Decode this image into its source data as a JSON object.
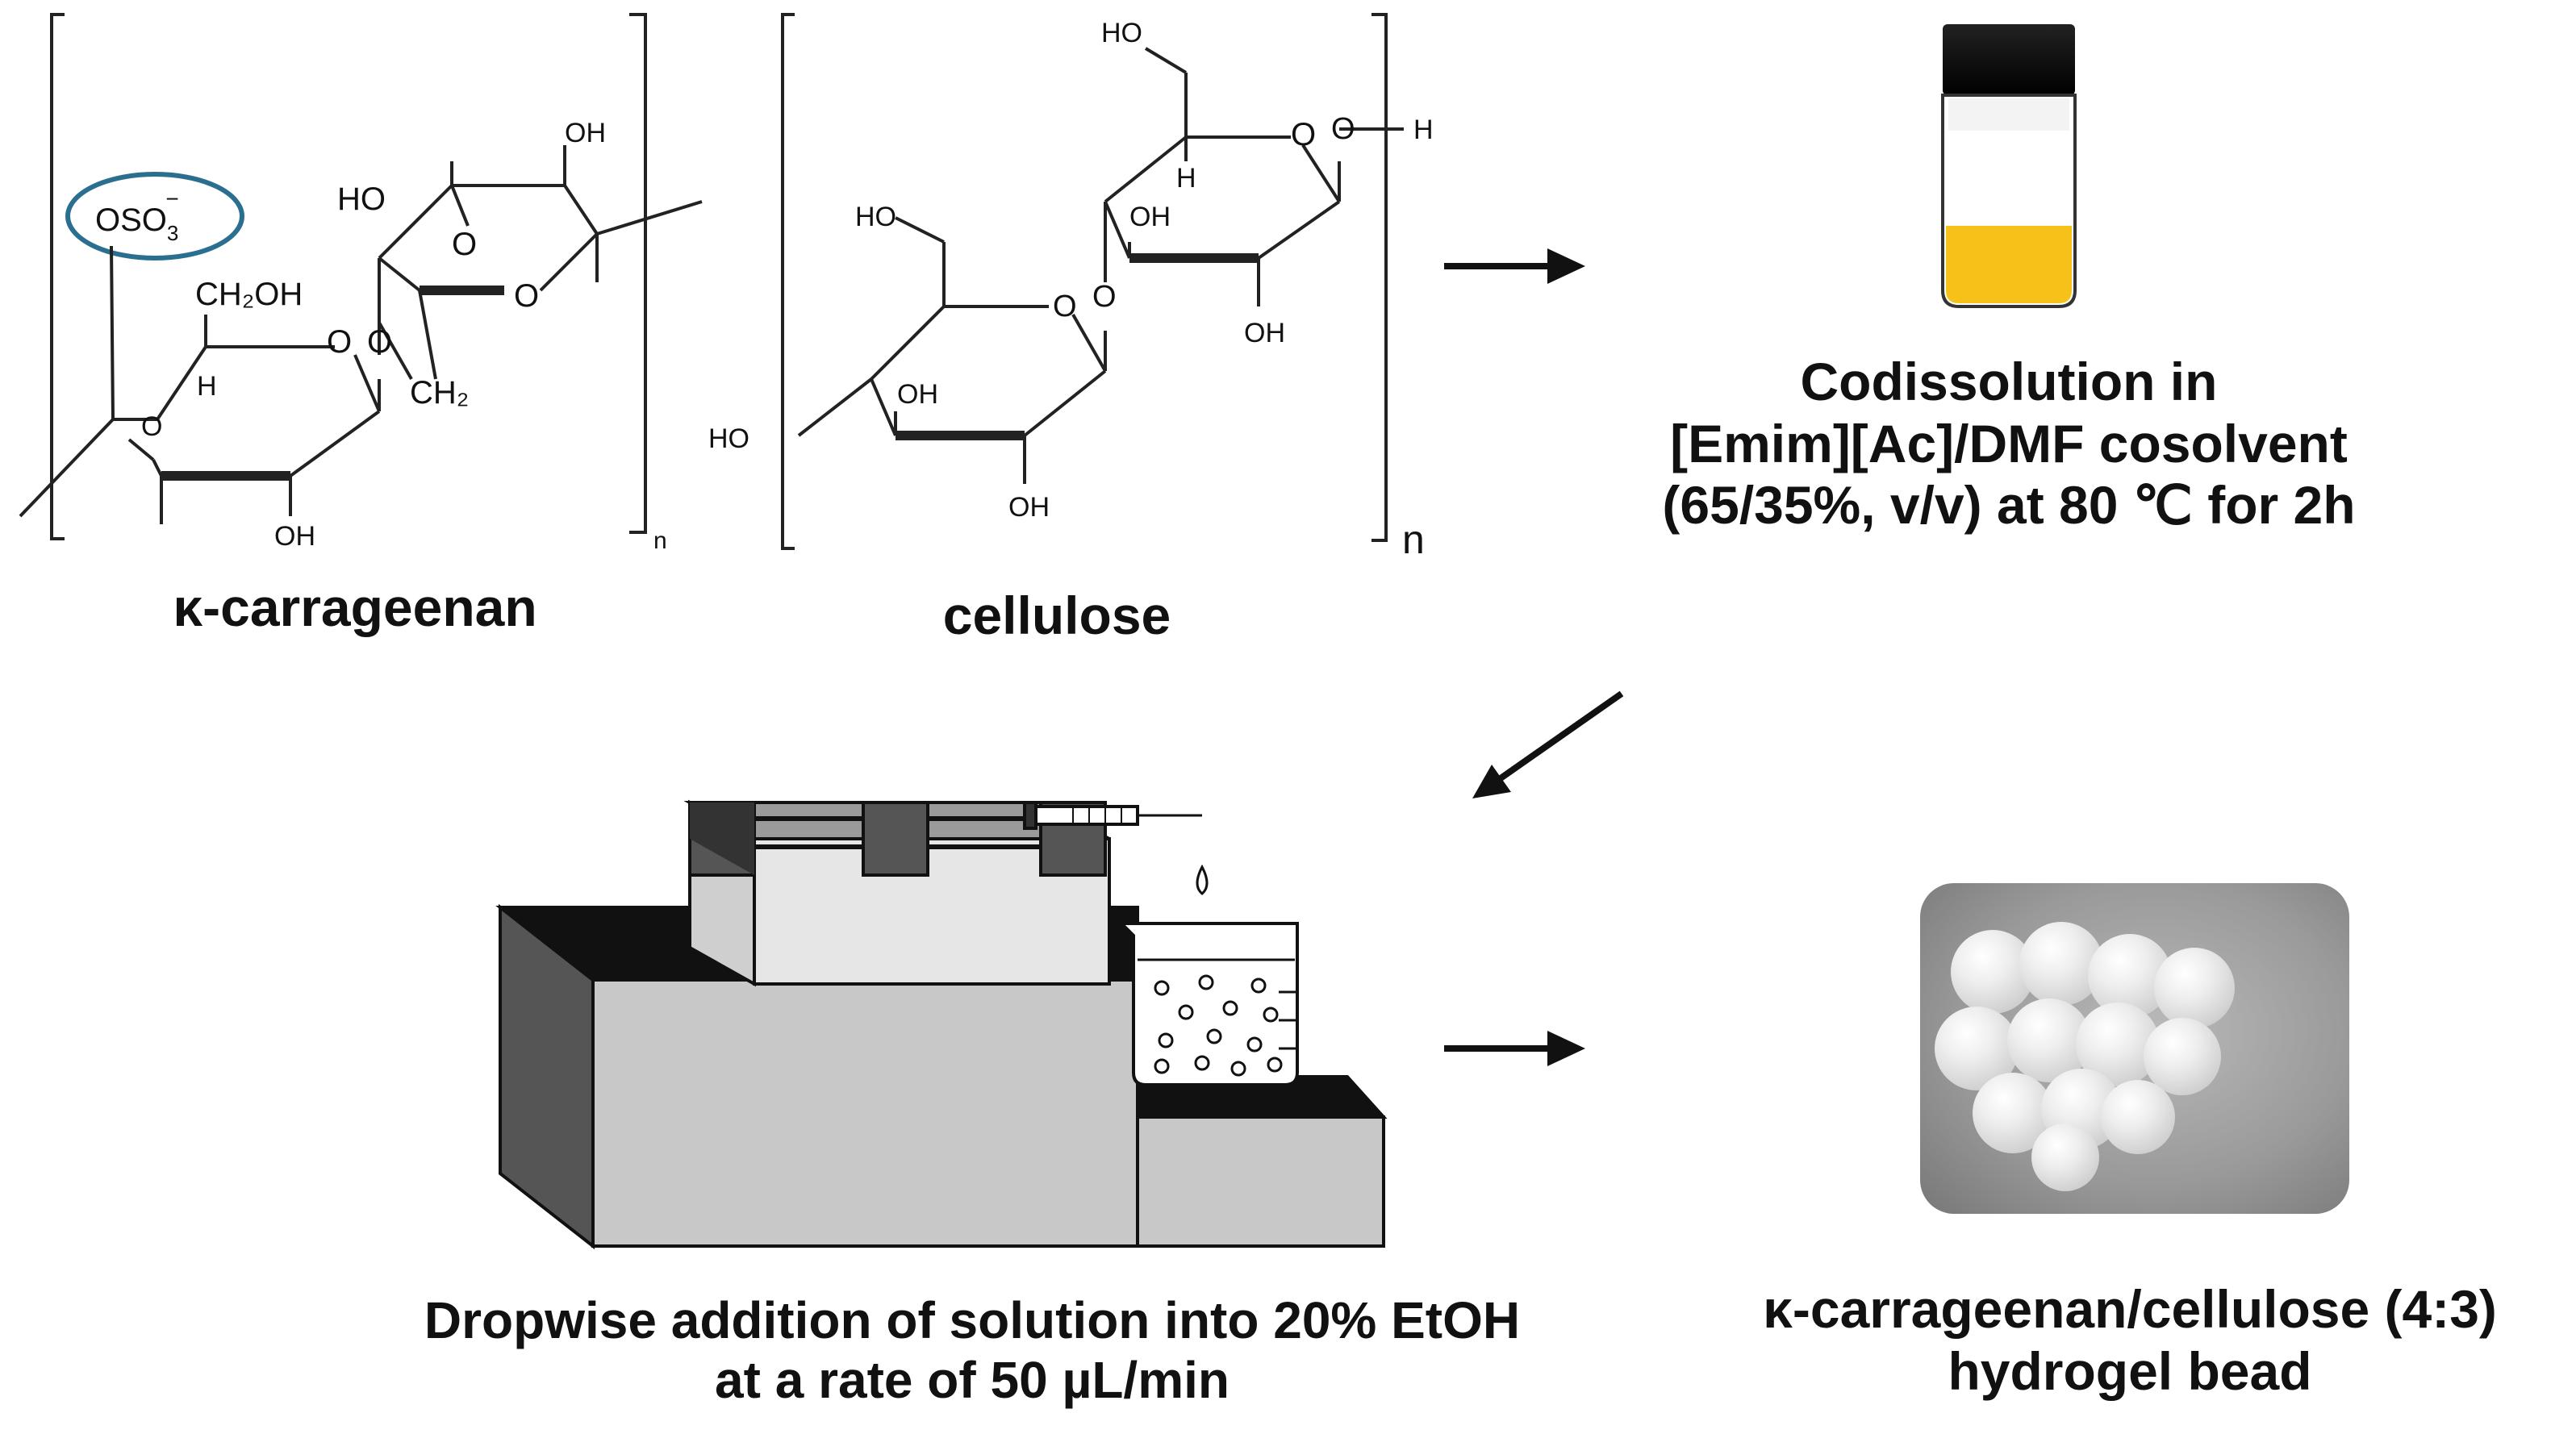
{
  "carrageenan": {
    "name": "κ-carrageenan",
    "labels": {
      "sulfate_main": "OSO",
      "sulfate_sub": "3",
      "sulfate_sup": "−",
      "ch2oh": "CH₂OH",
      "ch2": "CH₂",
      "ho": "HO",
      "oh_top": "OH",
      "oh_bottom": "OH",
      "h": "H",
      "o_ring1": "O",
      "o_link": "O",
      "o_ring2": "O",
      "o_bridge": "O",
      "o_ring2b": "O",
      "repeat": "n"
    }
  },
  "cellulose": {
    "name": "cellulose",
    "labels": {
      "ho_top": "HO",
      "o_top_ring": "O",
      "o_end": "O",
      "h_end": "H",
      "h_ring": "H",
      "oh_ring_top": "OH",
      "oh_right": "OH",
      "ho_left": "HO",
      "o_link": "O",
      "o_bottom_ring": "O",
      "oh_ring_bottom": "OH",
      "ho_far_left": "HO",
      "oh_bottom": "OH",
      "repeat": "n"
    }
  },
  "steps": {
    "codissolution": [
      "Codissolution in",
      "[Emim][Ac]/DMF cosolvent",
      "(65/35%, v/v) at 80 ℃ for 2h"
    ],
    "dropwise": [
      "Dropwise addition of solution into 20% EtOH",
      "at a rate of 50 µL/min"
    ],
    "bead": [
      "κ-carrageenan/cellulose (4:3)",
      "hydrogel bead"
    ]
  },
  "colors": {
    "solution": "#f6c21a",
    "cap": "#000000",
    "highlight_ring": "#2a6f8f",
    "pump_dark": "#555555",
    "pump_mid": "#c8c8c8",
    "pump_light": "#e6e6e6",
    "bead_bg": "#8c8c8c"
  }
}
